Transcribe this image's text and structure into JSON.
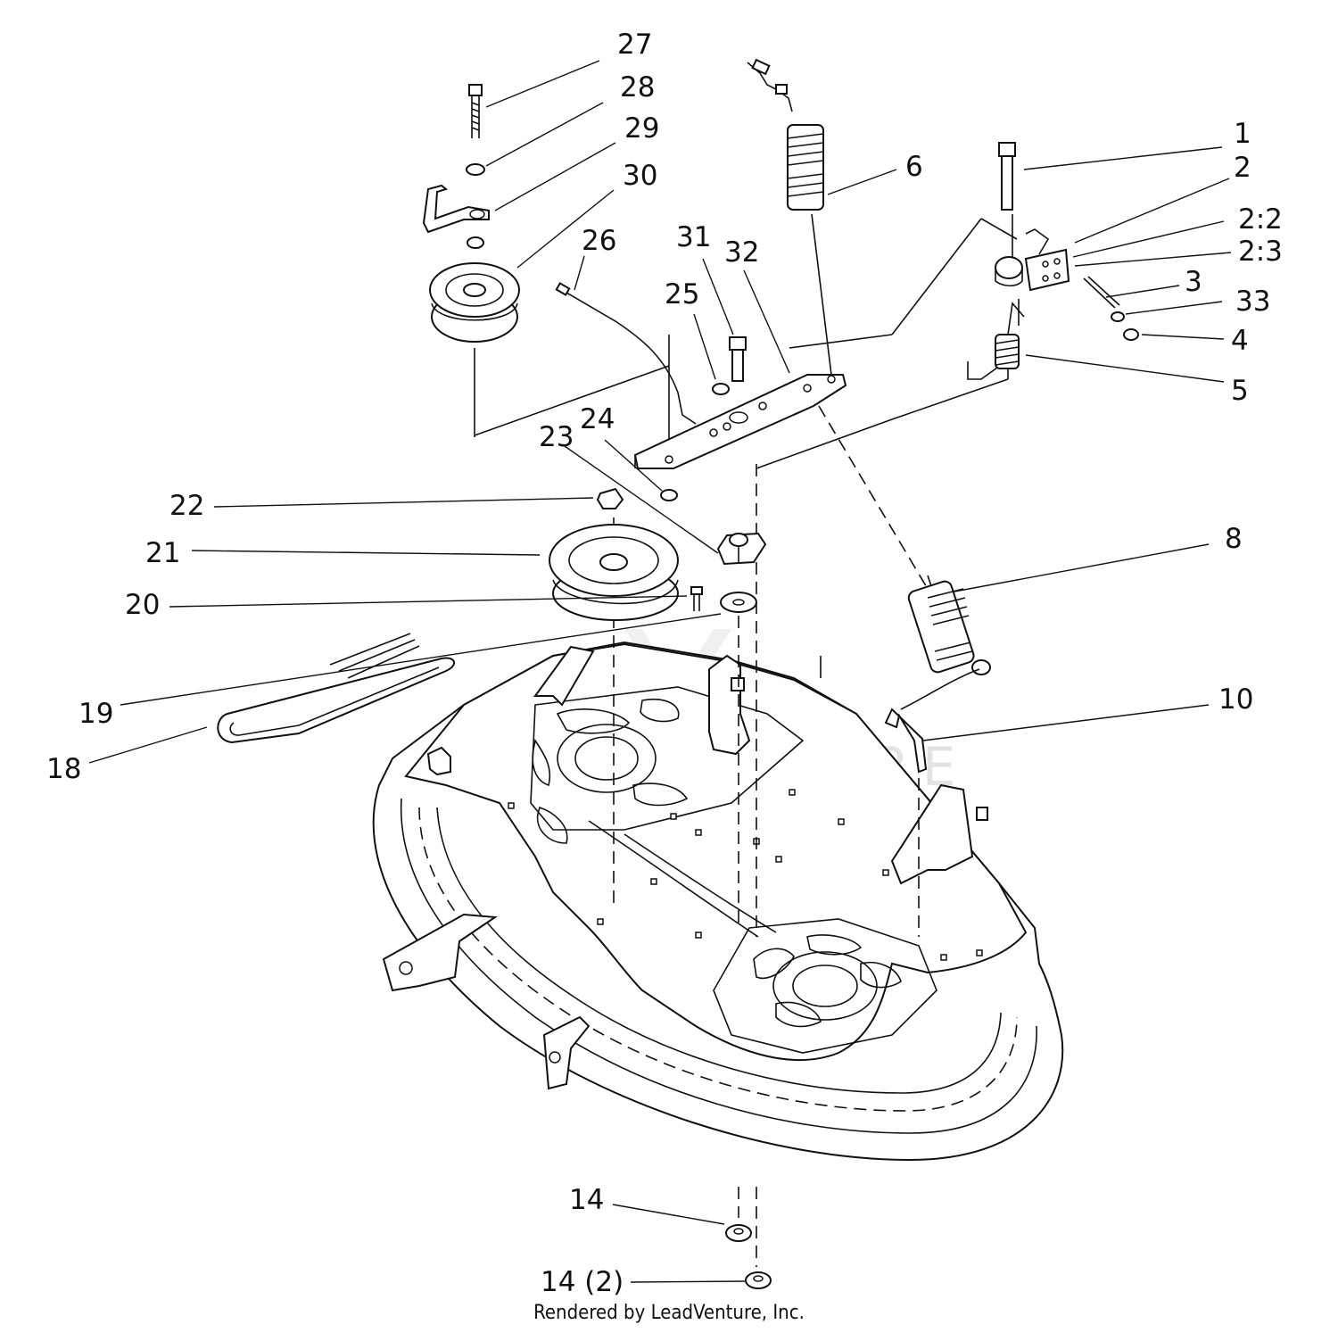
{
  "callouts": {
    "c1": "1",
    "c2": "2",
    "c2_2": "2:2",
    "c2_3": "2:3",
    "c3": "3",
    "c33": "33",
    "c4": "4",
    "c5": "5",
    "c6": "6",
    "c8": "8",
    "c10": "10",
    "c14": "14",
    "c14b": "14 (2)",
    "c18": "18",
    "c19": "19",
    "c20": "20",
    "c21": "21",
    "c22": "22",
    "c23": "23",
    "c24": "24",
    "c25": "25",
    "c26": "26",
    "c27": "27",
    "c28": "28",
    "c29": "29",
    "c30": "30",
    "c31": "31",
    "c32": "32"
  },
  "watermark": "LEADVENTURE",
  "footer": "Rendered by LeadVenture, Inc."
}
